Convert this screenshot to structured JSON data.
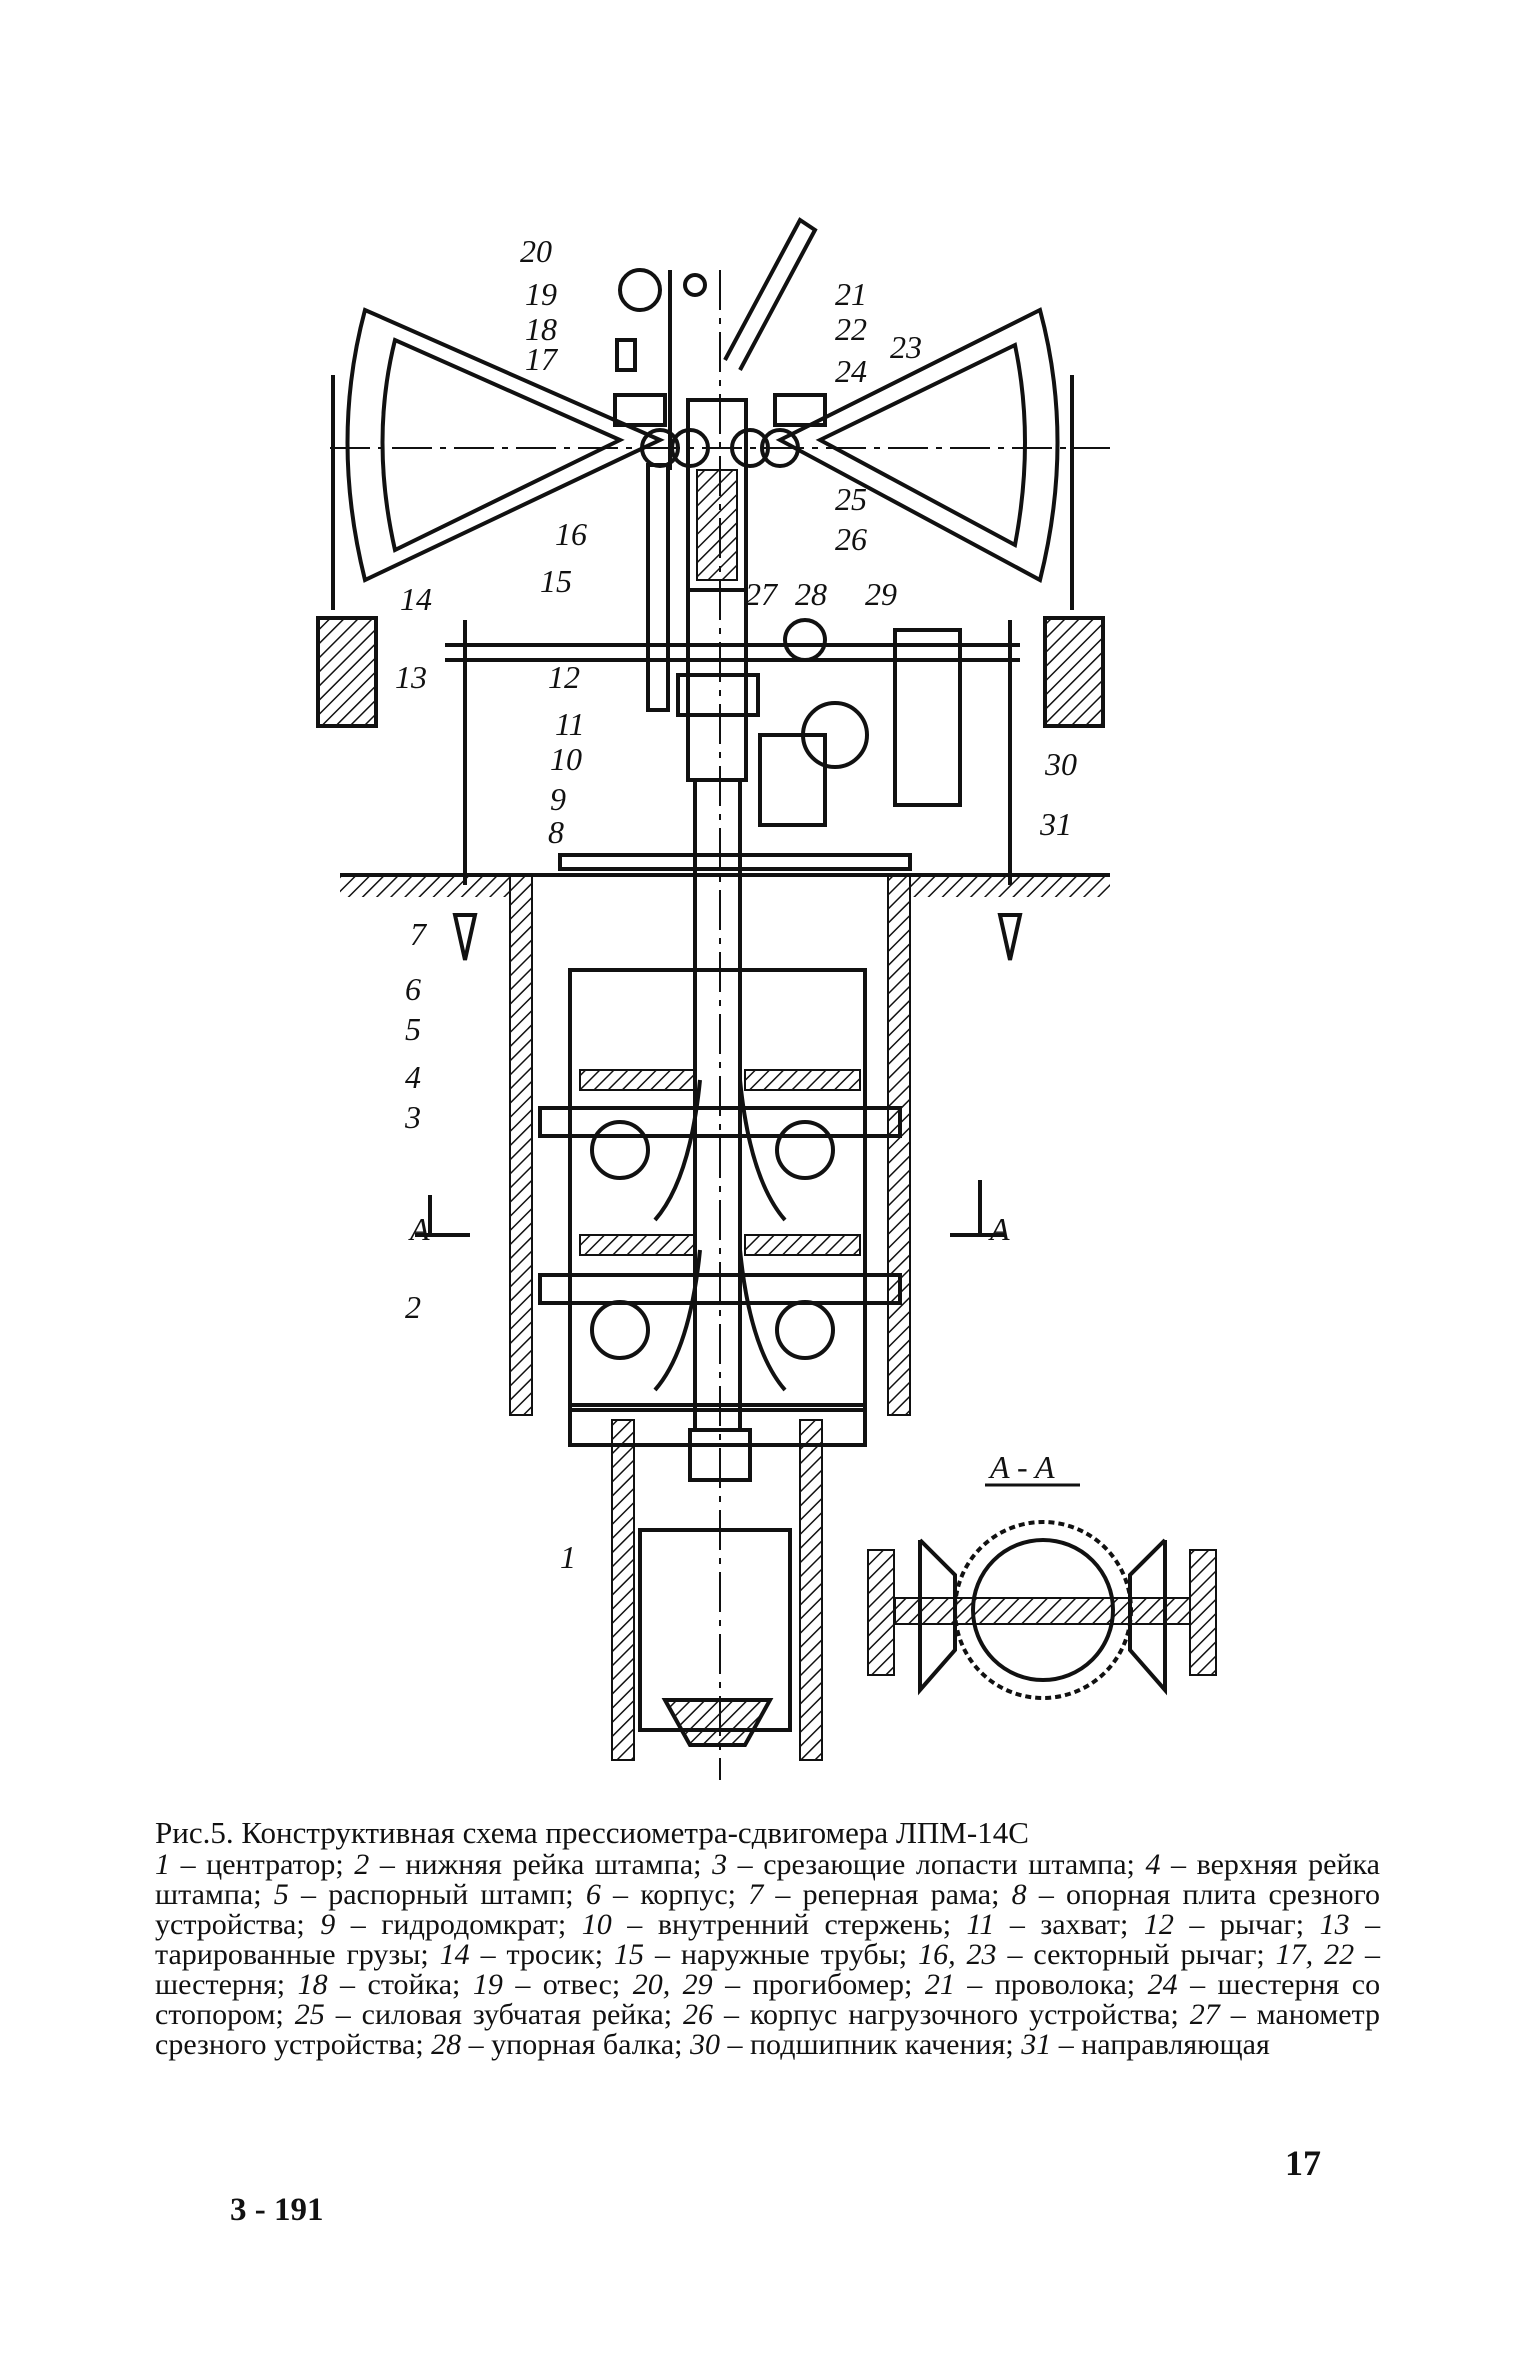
{
  "figure": {
    "part_labels": [
      "1",
      "2",
      "3",
      "4",
      "5",
      "6",
      "7",
      "8",
      "9",
      "10",
      "11",
      "12",
      "13",
      "14",
      "15",
      "16",
      "17",
      "18",
      "19",
      "20",
      "21",
      "22",
      "23",
      "24",
      "25",
      "26",
      "27",
      "28",
      "29",
      "30",
      "31"
    ],
    "section_mark": "A",
    "section_title": "A - A"
  },
  "caption": {
    "title": "Рис.5. Конструктивная схема прессиометра-сдвигомера ЛПМ-14С",
    "items": [
      {
        "num": "1",
        "text": "центратор"
      },
      {
        "num": "2",
        "text": "нижняя рейка штампа"
      },
      {
        "num": "3",
        "text": "срезающие лопасти штампа"
      },
      {
        "num": "4",
        "text": "верхняя рейка штампа"
      },
      {
        "num": "5",
        "text": "распорный штамп"
      },
      {
        "num": "6",
        "text": "корпус"
      },
      {
        "num": "7",
        "text": "реперная рама"
      },
      {
        "num": "8",
        "text": "опорная плита срезного устройства"
      },
      {
        "num": "9",
        "text": "гидродомкрат"
      },
      {
        "num": "10",
        "text": "внутренний стержень"
      },
      {
        "num": "11",
        "text": "захват"
      },
      {
        "num": "12",
        "text": "рычаг"
      },
      {
        "num": "13",
        "text": "тарированные грузы"
      },
      {
        "num": "14",
        "text": "тросик"
      },
      {
        "num": "15",
        "text": "наружные трубы"
      },
      {
        "num": "16, 23",
        "text": "секторный рычаг"
      },
      {
        "num": "17, 22",
        "text": "шестерня"
      },
      {
        "num": "18",
        "text": "стойка"
      },
      {
        "num": "19",
        "text": "отвес"
      },
      {
        "num": "20, 29",
        "text": "прогибомер"
      },
      {
        "num": "21",
        "text": "проволока"
      },
      {
        "num": "24",
        "text": "шестерня со стопором"
      },
      {
        "num": "25",
        "text": "силовая зубчатая рейка"
      },
      {
        "num": "26",
        "text": "корпус нагрузочного устройства"
      },
      {
        "num": "27",
        "text": "манометр срезного устройства"
      },
      {
        "num": "28",
        "text": "упорная балка"
      },
      {
        "num": "30",
        "text": "подшипник качения"
      },
      {
        "num": "31",
        "text": "направляющая"
      }
    ]
  },
  "page_number": "17",
  "signature": "3 - 191"
}
